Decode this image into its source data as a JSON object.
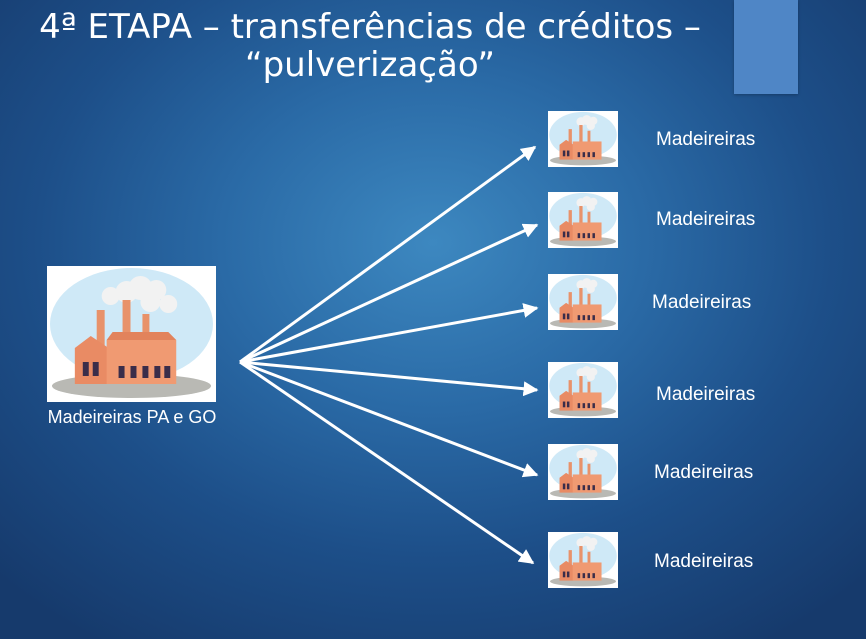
{
  "slide": {
    "title_line1": "4ª ETAPA – transferências de créditos –",
    "title_line2": "“pulverização”"
  },
  "source": {
    "label": "Madeireiras PA e GO",
    "icon": "factory-icon"
  },
  "targets": [
    {
      "label": "Madeireiras",
      "icon": "factory-icon"
    },
    {
      "label": "Madeireiras",
      "icon": "factory-icon"
    },
    {
      "label": "Madeireiras",
      "icon": "factory-icon"
    },
    {
      "label": "Madeireiras",
      "icon": "factory-icon"
    },
    {
      "label": "Madeireiras",
      "icon": "factory-icon"
    },
    {
      "label": "Madeireiras",
      "icon": "factory-icon"
    }
  ],
  "colors": {
    "background": "#1d4f89",
    "accent": "#4f86c6",
    "arrow": "#ffffff",
    "text": "#ffffff"
  }
}
